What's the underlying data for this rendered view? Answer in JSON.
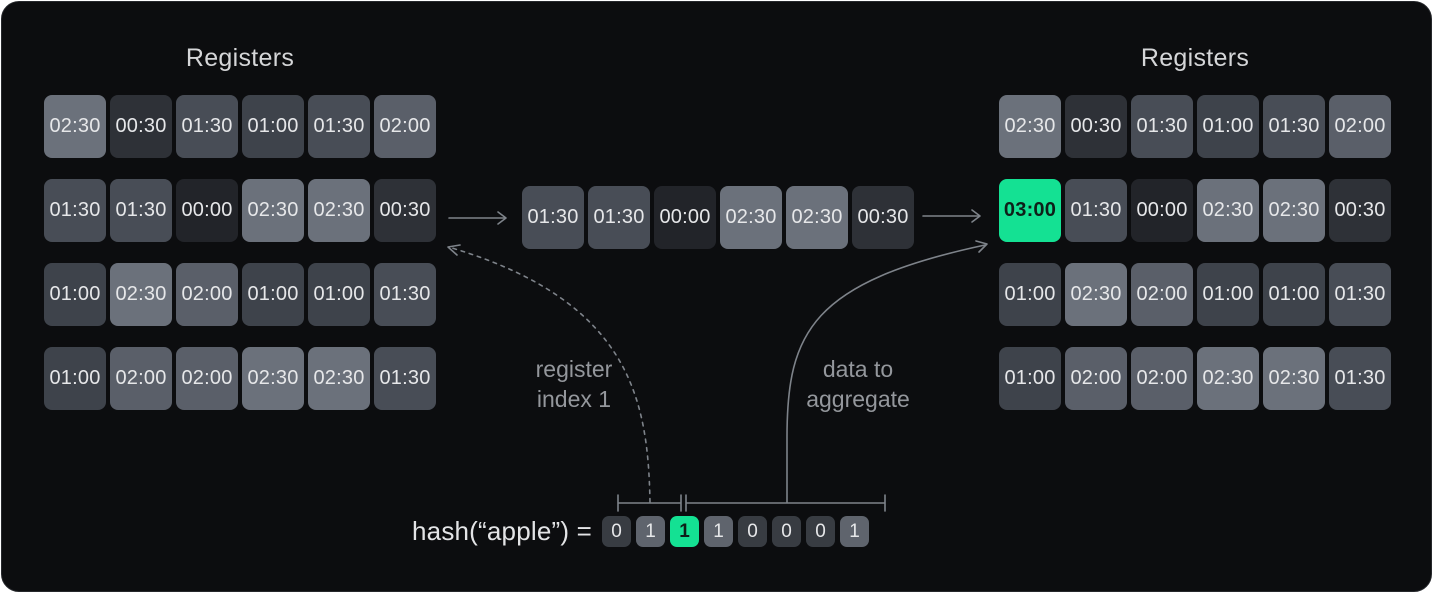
{
  "left_grid": {
    "title": "Registers",
    "rows": [
      [
        "02:30",
        "00:30",
        "01:30",
        "01:00",
        "01:30",
        "02:00"
      ],
      [
        "01:30",
        "01:30",
        "00:00",
        "02:30",
        "02:30",
        "00:30"
      ],
      [
        "01:00",
        "02:30",
        "02:00",
        "01:00",
        "01:00",
        "01:30"
      ],
      [
        "01:00",
        "02:00",
        "02:00",
        "02:30",
        "02:30",
        "01:30"
      ]
    ]
  },
  "middle_row": {
    "values": [
      "01:30",
      "01:30",
      "00:00",
      "02:30",
      "02:30",
      "00:30"
    ]
  },
  "right_grid": {
    "title": "Registers",
    "rows": [
      [
        "02:30",
        "00:30",
        "01:30",
        "01:00",
        "01:30",
        "02:00"
      ],
      [
        "03:00",
        "01:30",
        "00:00",
        "02:30",
        "02:30",
        "00:30"
      ],
      [
        "01:00",
        "02:30",
        "02:00",
        "01:00",
        "01:00",
        "01:30"
      ],
      [
        "01:00",
        "02:00",
        "02:00",
        "02:30",
        "02:30",
        "01:30"
      ]
    ],
    "highlight": {
      "row": 1,
      "col": 0,
      "value": "03:00"
    }
  },
  "hash": {
    "label": "hash(“apple”) =",
    "bits": [
      "0",
      "1",
      "1",
      "1",
      "0",
      "0",
      "0",
      "1"
    ],
    "highlight_index": 2
  },
  "labels": {
    "register_index_line1": "register",
    "register_index_line2": "index 1",
    "data_line1": "data to",
    "data_line2": "aggregate"
  },
  "colors": {
    "panel_bg": "#0c0d0f",
    "accent_green": "#14e193",
    "highlight_text": "#0e2019",
    "cell_text": "#e6e7e9",
    "arrow_gray": "#7e838a",
    "value_colors": {
      "00:00": "#222429",
      "00:30": "#2e3137",
      "01:00": "#3e434b",
      "01:30": "#484d56",
      "02:00": "#5a5f69",
      "02:30": "#6b717b",
      "03:00": "#14e193"
    },
    "bit_colors": {
      "0": "#383c42",
      "1": "#5f646d"
    }
  }
}
